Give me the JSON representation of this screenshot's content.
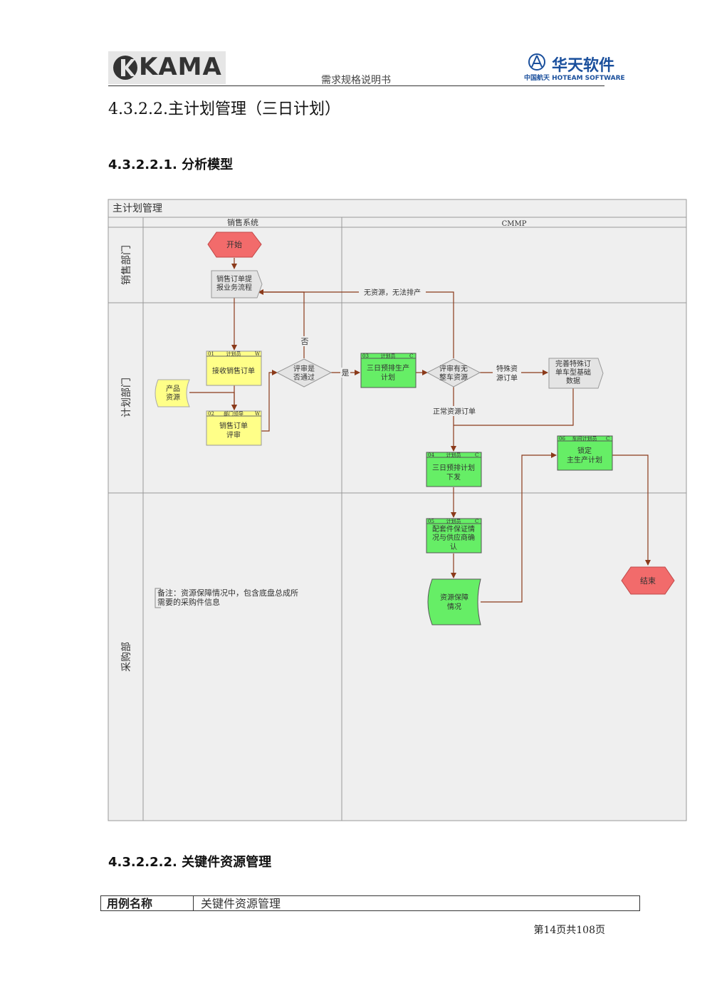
{
  "header": {
    "logo_text": "KAMA",
    "doc_title": "需求规格说明书",
    "brand_name": "华天软件",
    "brand_sub": "中国航天 HOTEAM SOFTWARE"
  },
  "section_title": "4.3.2.2.主计划管理（三日计划）",
  "subsection_1": "4.3.2.2.1. 分析模型",
  "diagram": {
    "title": "主计划管理",
    "columns": [
      "销售系统",
      "CMMP"
    ],
    "lanes": [
      "销售部门",
      "计划部门",
      "采购部"
    ],
    "nodes": {
      "start": "开始",
      "sales_flow_1": "销售订单提",
      "sales_flow_2": "报业务流程",
      "product_1": "产品",
      "product_2": "资源",
      "t01_head_num": "01",
      "t01_head_role": "计划员",
      "t01_head_tag": "W",
      "t01_body": "接收销售订单",
      "t02_head_num": "02",
      "t02_head_role": "部门领导",
      "t02_head_tag": "W",
      "t02_body_1": "销售订单",
      "t02_body_2": "评审",
      "dec1_1": "评审是",
      "dec1_2": "否通过",
      "t03_head_num": "03",
      "t03_head_role": "计划员",
      "t03_head_tag": "C",
      "t03_body_1": "三日预排生产",
      "t03_body_2": "计划",
      "dec2_1": "评审有无",
      "dec2_2": "整车资源",
      "special_1": "完善特殊订",
      "special_2": "单车型基础",
      "special_3": "数据",
      "t04_head_num": "04",
      "t04_head_role": "计划员",
      "t04_head_tag": "C",
      "t04_body_1": "三日预排计划",
      "t04_body_2": "下发",
      "t05_head_num": "05",
      "t05_head_role": "计划员",
      "t05_head_tag": "C",
      "t05_body_1": "配套件保证情",
      "t05_body_2": "况与供应商确",
      "t05_body_3": "认",
      "t06_head_num": "06",
      "t06_head_role": "车间计划员",
      "t06_head_tag": "C",
      "t06_body_1": "锁定",
      "t06_body_2": "主生产计划",
      "res_1": "资源保障",
      "res_2": "情况",
      "end": "结束",
      "note_1": "备注：资源保障情况中，包含底盘总成所",
      "note_2": "需要的采购件信息"
    },
    "edge_labels": {
      "no_resource": "无资源，无法排产",
      "no": "否",
      "yes": "是",
      "special_order_1": "特殊资",
      "special_order_2": "源订单",
      "normal_order": "正常资源订单"
    },
    "colors": {
      "start_end": "#f26b6b",
      "yellow_task": "#ffff88",
      "green_task": "#66ee66",
      "grey_task": "#e4e4e4",
      "arrow": "#8b3a1a"
    }
  },
  "subsection_2": "4.3.2.2.2. 关键件资源管理",
  "usecase": {
    "label": "用例名称",
    "value": "关键件资源管理"
  },
  "footer": {
    "page_text": "第14页共108页"
  }
}
